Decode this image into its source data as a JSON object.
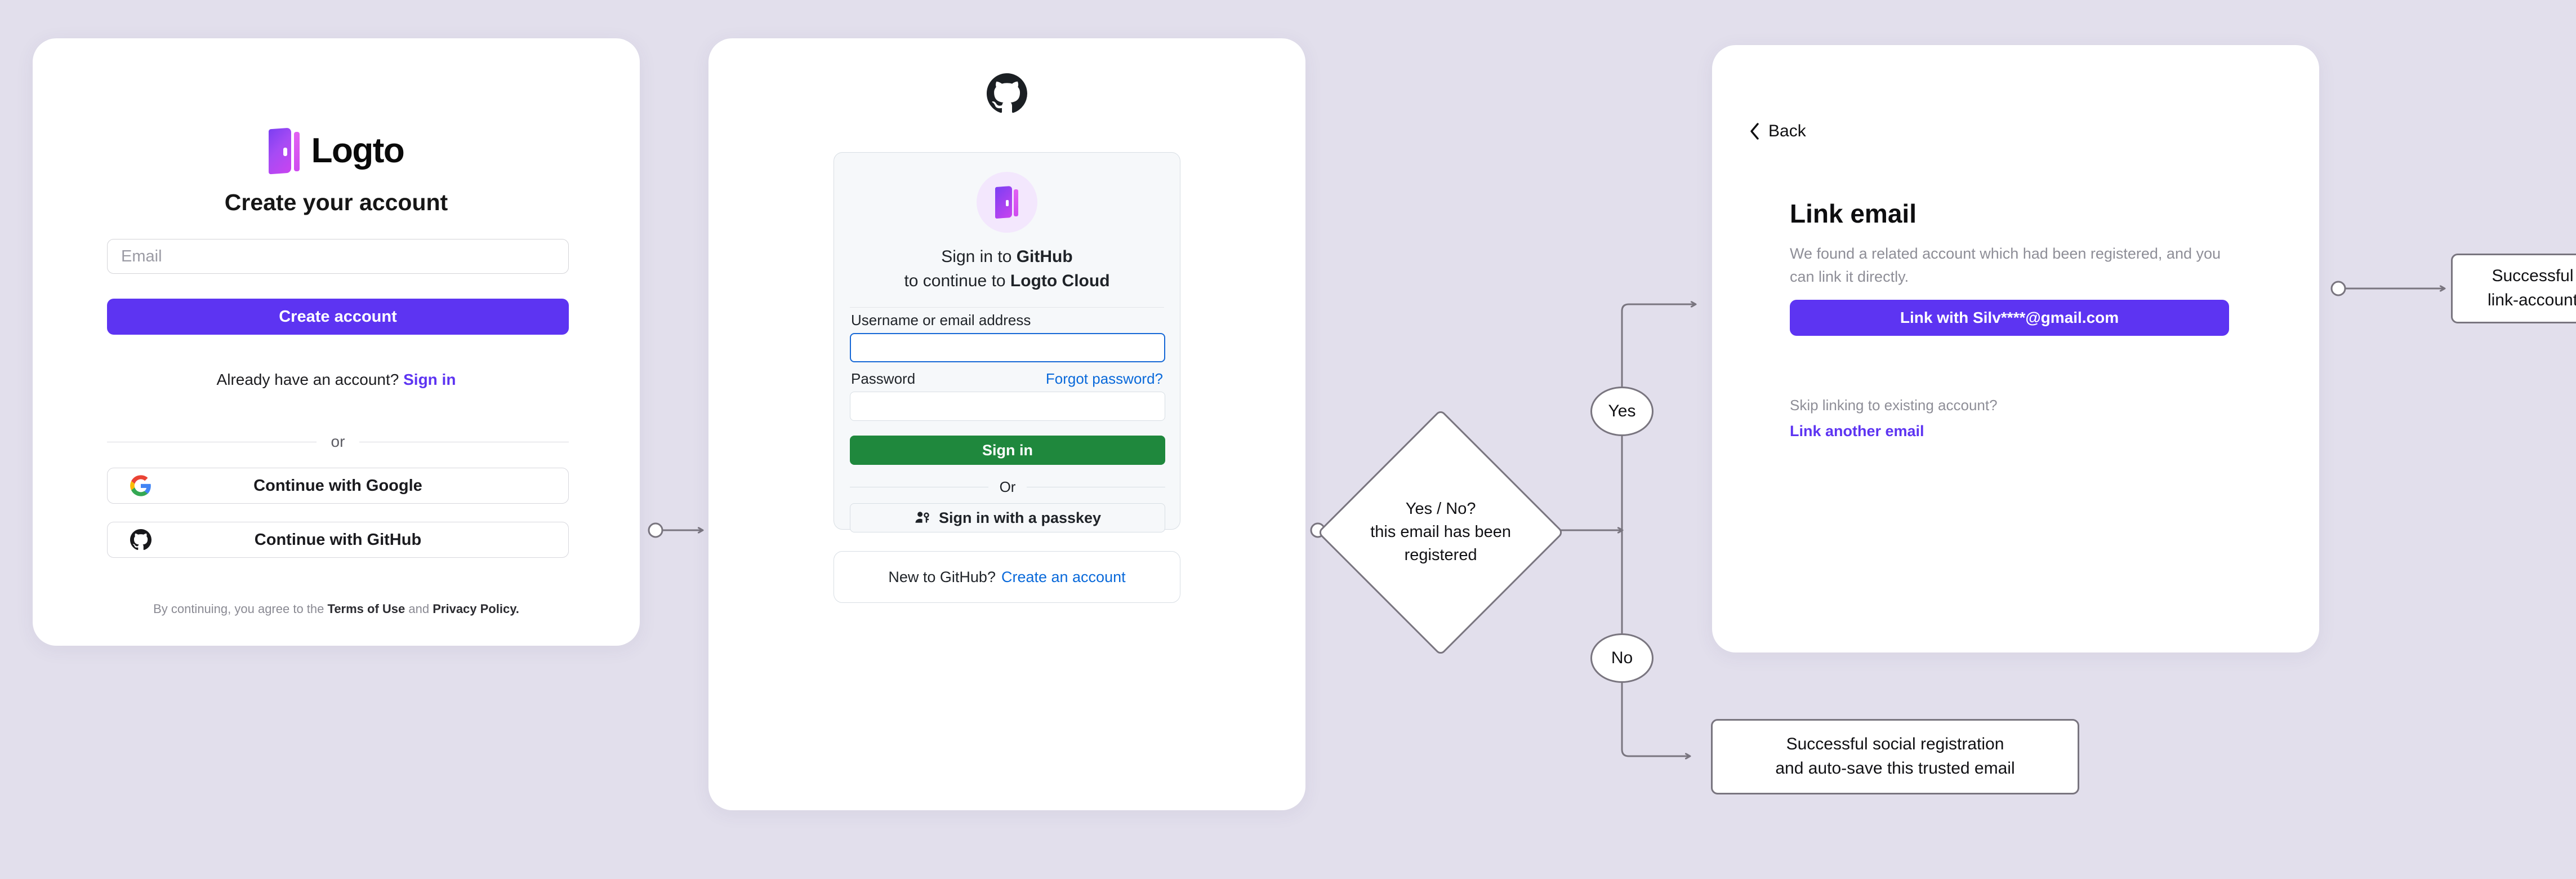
{
  "theme": {
    "background": "#e2dfec",
    "brand_purple": "#5d34f2",
    "github_green": "#1f883d",
    "github_blue": "#0969da",
    "edge_gray": "#79757f"
  },
  "create_account_card": {
    "logo_text": "Logto",
    "title": "Create your account",
    "email_placeholder": "Email",
    "create_button": "Create account",
    "already_prefix": "Already have an account?",
    "sign_in_link": "Sign in",
    "divider": "or",
    "google_button": "Continue with Google",
    "github_button": "Continue with GitHub",
    "terms_prefix": "By continuing, you agree to the",
    "terms_link": "Terms of Use",
    "terms_and": "and",
    "privacy_link": "Privacy Policy."
  },
  "github_card": {
    "heading_line1_prefix": "Sign in to ",
    "heading_line1_brand": "GitHub",
    "heading_line2_prefix": "to continue to ",
    "heading_line2_brand": "Logto Cloud",
    "username_label": "Username or email address",
    "username_value": "",
    "password_label": "Password",
    "password_value": "",
    "forgot_password": "Forgot password?",
    "sign_in_button": "Sign in",
    "divider": "Or",
    "passkey_button": "Sign in with a passkey",
    "new_to_github": "New to GitHub?",
    "create_account_link": "Create an account"
  },
  "link_email_card": {
    "back": "Back",
    "title": "Link email",
    "description": "We found a related account which had been registered, and you can link it directly.",
    "link_button": "Link with Silv****@gmail.com",
    "skip_text": "Skip linking to existing account?",
    "another_email_link": "Link another email"
  },
  "flow": {
    "decision_line1": "Yes / No?",
    "decision_line2": "this email has been",
    "decision_line3": "registered",
    "yes_label": "Yes",
    "no_label": "No",
    "link_success_line1": "Successful",
    "link_success_line2": "link-account",
    "social_success_line1": "Successful social registration",
    "social_success_line2": "and auto-save this trusted email"
  }
}
